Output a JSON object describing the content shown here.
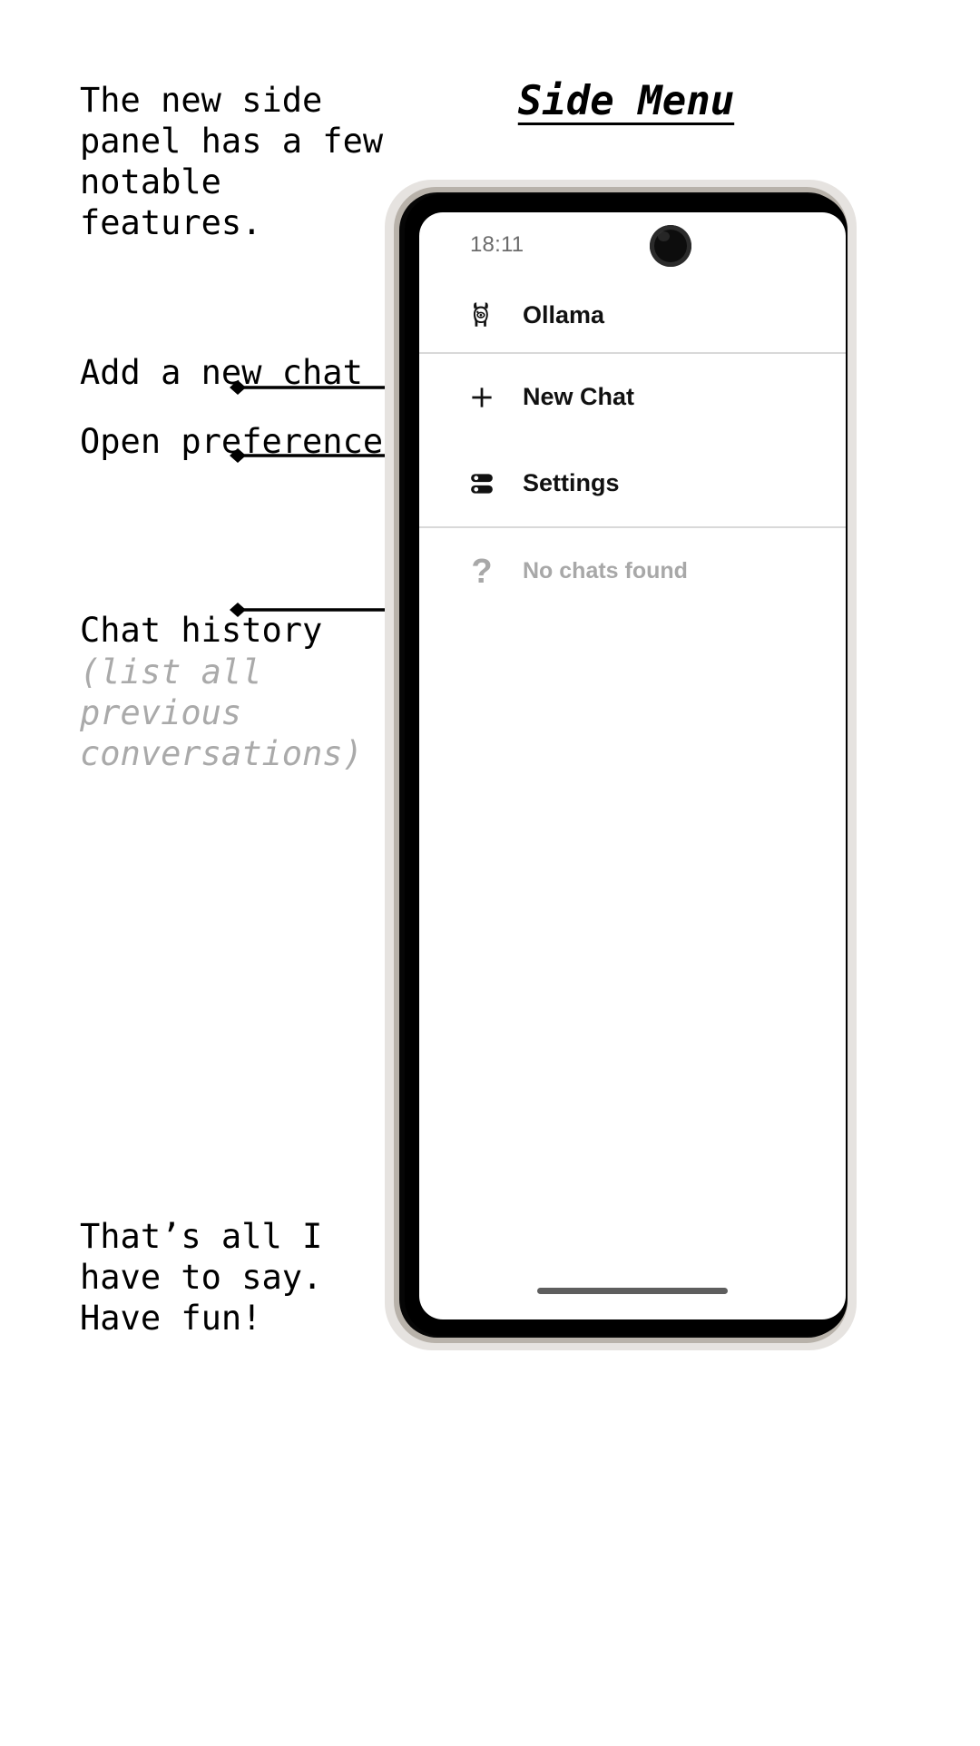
{
  "page": {
    "title": "Side Menu",
    "background": "#ffffff"
  },
  "annotations": {
    "intro": "The new side\npanel has a few\nnotable\nfeatures.",
    "new_chat": "Add a new chat",
    "preferences": "Open preferences",
    "chat_history": "Chat history",
    "chat_history_note": "(list all\nprevious\nconversations)",
    "outro": "That’s all I\nhave to say.\nHave fun!"
  },
  "colors": {
    "text": "#000000",
    "muted": "#aaaaaa",
    "screen_muted": "#a8a8a8",
    "status_time": "#6b6b6b",
    "divider": "#d9d9d9",
    "frame_outer": "#e6e3e0",
    "frame_mid": "#b8b2aa",
    "bezel": "#060606",
    "gesture_bar": "#5e5e5e"
  },
  "phone": {
    "status": {
      "time": "18:11",
      "camera": "front-camera-punch-hole"
    },
    "brand": {
      "icon": "llama-icon",
      "label": "Ollama"
    },
    "menu_items": [
      {
        "icon": "plus-icon",
        "label": "New Chat"
      },
      {
        "icon": "settings-icon",
        "label": "Settings"
      }
    ],
    "chat_list": {
      "icon": "question-mark-icon",
      "empty_label": "No chats found"
    },
    "gesture_bar": "home-gesture-bar"
  }
}
